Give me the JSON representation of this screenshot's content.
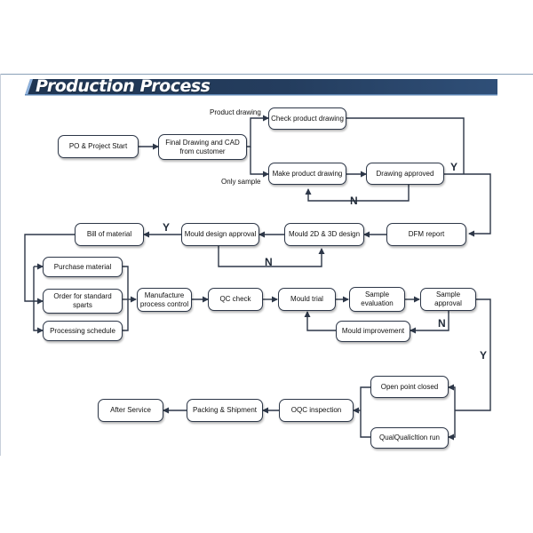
{
  "header": {
    "title": "Production Process"
  },
  "nodes": {
    "po_start": "PO & Project Start",
    "final_drawing": "Final Drawing and CAD from customer",
    "check_drawing": "Check product drawing",
    "make_drawing": "Make product drawing",
    "drawing_approved": "Drawing approved",
    "dfm_report": "DFM report",
    "mould_2d3d": "Mould 2D & 3D design",
    "mould_design_approval": "Mould design approval",
    "bill_of_material": "Bill of material",
    "purchase_material": "Purchase material",
    "order_standard_parts": "Order for standard sparts",
    "processing_schedule": "Processing schedule",
    "manufacture_control": "Manufacture process control",
    "qc_check": "QC check",
    "mould_trial": "Mould trial",
    "sample_evaluation": "Sample evaluation",
    "sample_approval": "Sample approval",
    "mould_improvement": "Mould improvement",
    "open_point_closed": "Open point closed",
    "qual_run": "QualQualicltion run",
    "oqc_inspection": "OQC inspection",
    "packing_shipment": "Packing & Shipment",
    "after_service": "After Service"
  },
  "edge_labels": {
    "product_drawing": "Product drawing",
    "only_sample": "Only sample",
    "y_drawing": "Y",
    "n_drawing": "N",
    "y_design": "Y",
    "n_design": "N",
    "n_sample": "N",
    "y_sample": "Y"
  },
  "colors": {
    "banner": "#1f3552",
    "banner_edge": "#5f87b5",
    "line": "#2d3748"
  }
}
